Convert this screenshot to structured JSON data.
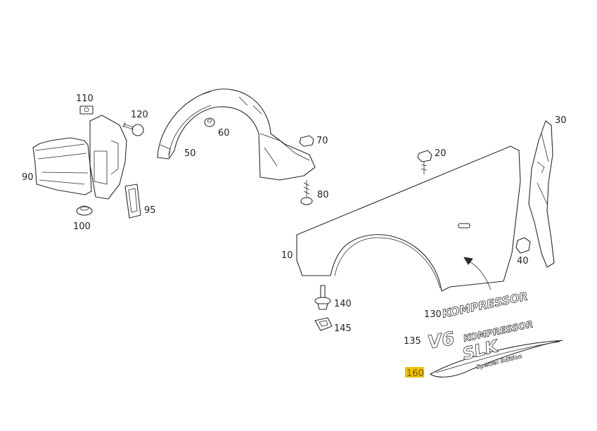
{
  "diagram": {
    "callouts": [
      {
        "id": "c110",
        "label": "110"
      },
      {
        "id": "c120",
        "label": "120"
      },
      {
        "id": "c90",
        "label": "90"
      },
      {
        "id": "c100",
        "label": "100"
      },
      {
        "id": "c95",
        "label": "95"
      },
      {
        "id": "c50",
        "label": "50"
      },
      {
        "id": "c60",
        "label": "60"
      },
      {
        "id": "c70",
        "label": "70"
      },
      {
        "id": "c80",
        "label": "80"
      },
      {
        "id": "c20",
        "label": "20"
      },
      {
        "id": "c30",
        "label": "30"
      },
      {
        "id": "c40",
        "label": "40"
      },
      {
        "id": "c10",
        "label": "10"
      },
      {
        "id": "c140",
        "label": "140"
      },
      {
        "id": "c145",
        "label": "145"
      },
      {
        "id": "c130",
        "label": "130"
      },
      {
        "id": "c135",
        "label": "135"
      },
      {
        "id": "c160",
        "label": "160",
        "highlighted": true
      }
    ],
    "emblems": {
      "kompressor": "KOMPRESSOR",
      "v6": "V6",
      "v6_kompressor": "KOMPRESSOR",
      "slk": "SLK",
      "special_edition": "Special Edition"
    },
    "colors": {
      "line": "#2a2a2a",
      "highlight": "#f2c200"
    }
  }
}
